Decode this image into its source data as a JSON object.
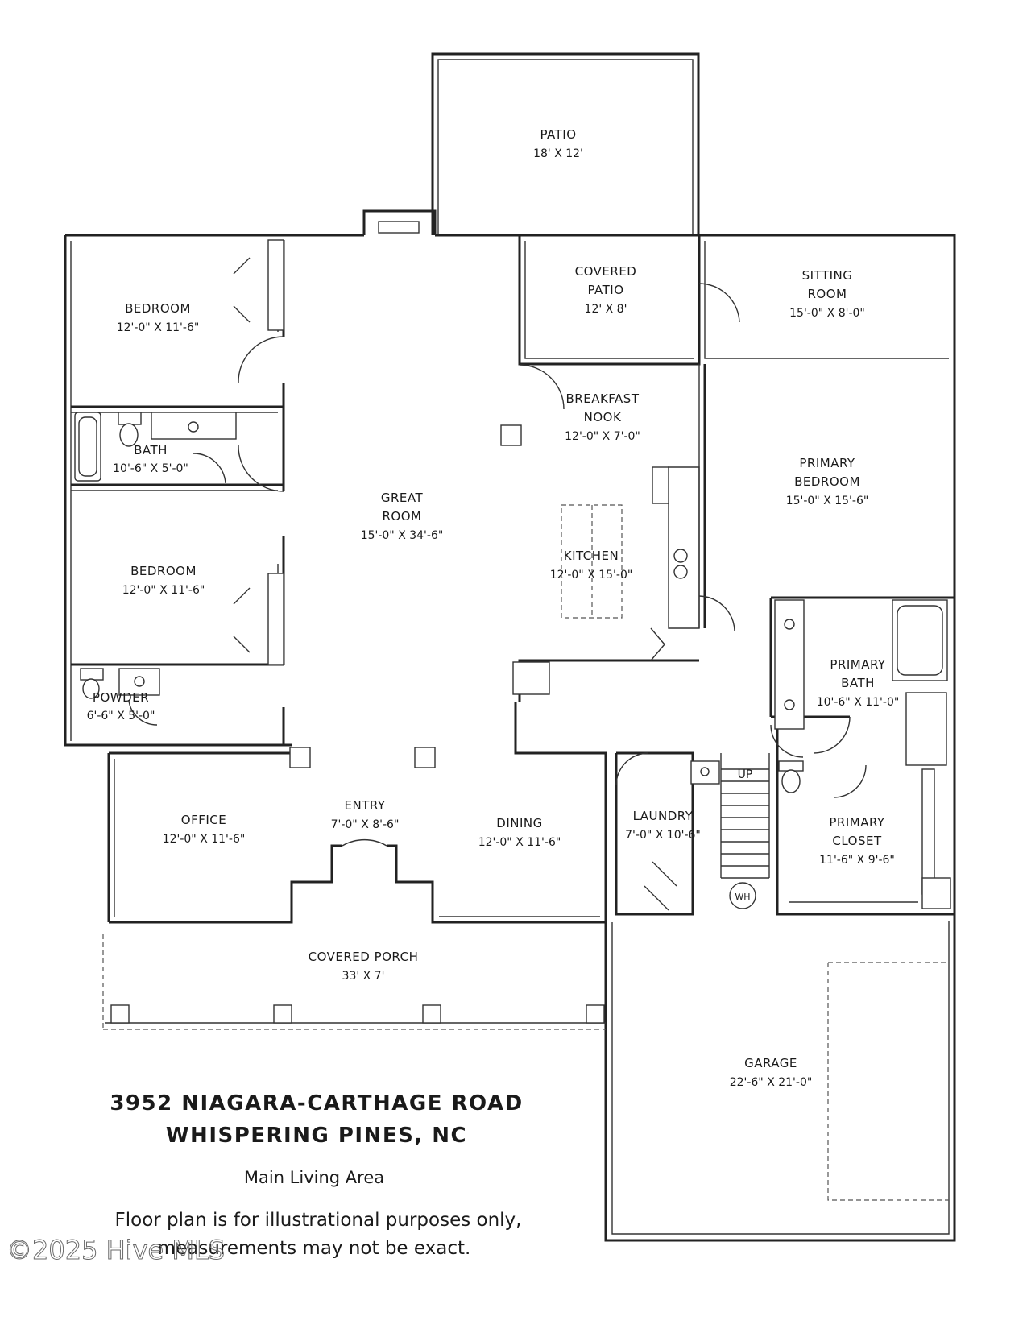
{
  "rooms": {
    "patio": {
      "name": "PATIO",
      "dim": "18' X 12'"
    },
    "covered_patio": {
      "name1": "COVERED",
      "name2": "PATIO",
      "dim": "12' X 8'"
    },
    "sitting_room": {
      "name1": "SITTING",
      "name2": "ROOM",
      "dim": "15'-0\" X 8'-0\""
    },
    "bedroom_1": {
      "name": "BEDROOM",
      "dim": "12'-0\" X 11'-6\""
    },
    "bath": {
      "name": "BATH",
      "dim": "10'-6\" X 5'-0\""
    },
    "bedroom_2": {
      "name": "BEDROOM",
      "dim": "12'-0\" X 11'-6\""
    },
    "powder": {
      "name": "POWDER",
      "dim": "6'-6\" X 5'-0\""
    },
    "great_room": {
      "name1": "GREAT",
      "name2": "ROOM",
      "dim": "15'-0\" X 34'-6\""
    },
    "breakfast_nook": {
      "name1": "BREAKFAST",
      "name2": "NOOK",
      "dim": "12'-0\" X 7'-0\""
    },
    "kitchen": {
      "name": "KITCHEN",
      "dim": "12'-0\" X 15'-0\""
    },
    "primary_bedroom": {
      "name1": "PRIMARY",
      "name2": "BEDROOM",
      "dim": "15'-0\" X 15'-6\""
    },
    "primary_bath": {
      "name1": "PRIMARY",
      "name2": "BATH",
      "dim": "10'-6\" X 11'-0\""
    },
    "office": {
      "name": "OFFICE",
      "dim": "12'-0\" X 11'-6\""
    },
    "entry": {
      "name": "ENTRY",
      "dim": "7'-0\" X 8'-6\""
    },
    "dining": {
      "name": "DINING",
      "dim": "12'-0\" X 11'-6\""
    },
    "laundry": {
      "name": "LAUNDRY",
      "dim": "7'-0\" X 10'-6\""
    },
    "primary_closet": {
      "name1": "PRIMARY",
      "name2": "CLOSET",
      "dim": "11'-6\" X 9'-6\""
    },
    "covered_porch": {
      "name": "COVERED PORCH",
      "dim": "33' X 7'"
    },
    "garage": {
      "name": "GARAGE",
      "dim": "22'-6\" X 21'-0\""
    }
  },
  "fixtures": {
    "stairs": "UP",
    "water_heater": "WH"
  },
  "address": {
    "line1": "3952 NIAGARA-CARTHAGE ROAD",
    "line2": "WHISPERING PINES, NC"
  },
  "caption": "Main Living Area",
  "disclaimer": {
    "line1": "Floor plan is for illustrational purposes only,",
    "line2": "measurements may not be exact."
  },
  "watermark": "©2025 Hive MLS"
}
